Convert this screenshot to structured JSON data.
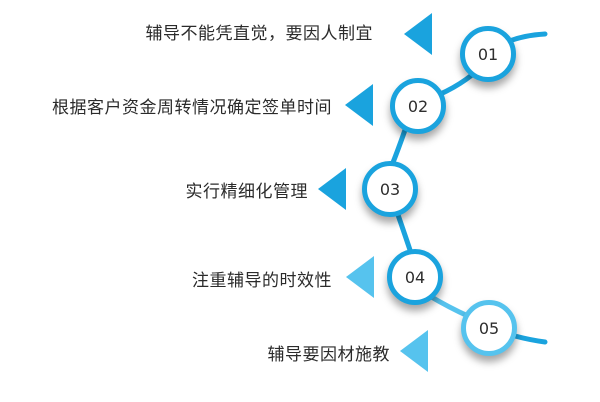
{
  "colors": {
    "dark_blue": "#1aa3de",
    "light_blue": "#56c3ee",
    "text": "#2b2b2b"
  },
  "items": [
    {
      "number": "01",
      "label": "辅导不能凭直觉，要因人制宜",
      "color": "#1aa3de"
    },
    {
      "number": "02",
      "label": "根据客户资金周转情况确定签单时间",
      "color": "#1aa3de"
    },
    {
      "number": "03",
      "label": "实行精细化管理",
      "color": "#1aa3de"
    },
    {
      "number": "04",
      "label": "注重辅导的时效性",
      "color": "#56c3ee"
    },
    {
      "number": "05",
      "label": "辅导要因材施教",
      "color": "#56c3ee"
    }
  ]
}
